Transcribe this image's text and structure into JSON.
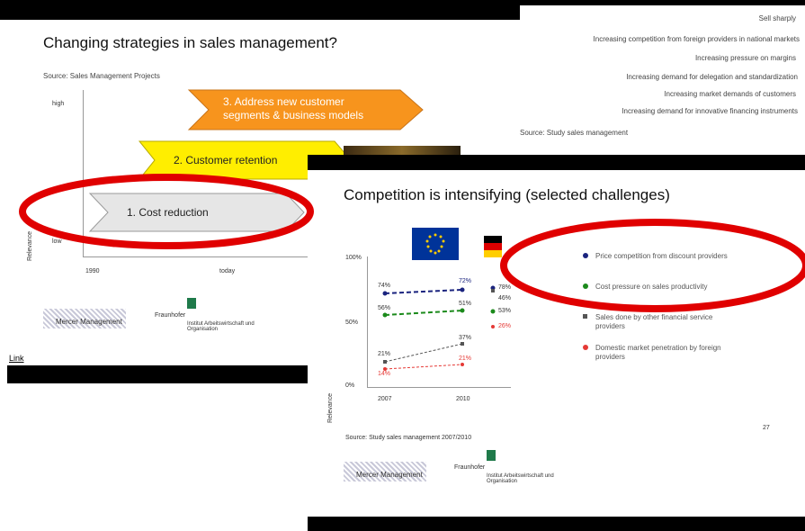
{
  "slide1": {
    "title": "Changing strategies in sales management?",
    "source_caption": "Source: Sales Management Projects",
    "y_top": "high",
    "y_bottom": "low",
    "y_axis": "Relevance",
    "x_left": "1990",
    "x_right": "today",
    "arrow1": "1. Cost reduction",
    "arrow2": "2. Customer retention",
    "arrow3_line1": "3. Address new customer",
    "arrow3_line2": "segments & business models",
    "logo1_text": "Mercer Management",
    "logo2_text": "Fraunhofer",
    "logo2_sub": "Institut Arbeitswirtschaft und Organisation",
    "footer_mark": "Link"
  },
  "background_list": [
    "Sell sharply",
    "Increasing competition from foreign providers in national markets",
    "Increasing pressure on margins",
    "Increasing demand for delegation and standardization",
    "Increasing market demands of customers",
    "Increasing demand for innovative financing instruments"
  ],
  "background_footnote": "Source: Study sales management",
  "slide2": {
    "title": "Competition is intensifying (selected challenges)",
    "y_top": "100%",
    "y_mid": "50%",
    "y_low": "0%",
    "y_axis": "Relevance",
    "x_left": "2007",
    "x_right": "2010",
    "values": {
      "blue_start": "74%",
      "blue_end": "72%",
      "blue_de": "78%",
      "green_start": "56%",
      "green_end": "51%",
      "green_de": "53%",
      "gray_start": "21%",
      "gray_end": "37%",
      "gray_de": "46%",
      "red_start": "14%",
      "red_end": "21%",
      "red_de": "26%"
    },
    "legend": [
      {
        "text": "Price competition from discount providers",
        "color": "#1a237e"
      },
      {
        "text": "Cost pressure on sales productivity",
        "color": "#1b8a1b"
      },
      {
        "text": "Sales done by other financial service providers",
        "color": "#555555"
      },
      {
        "text": "Domestic market penetration by foreign providers",
        "color": "#e53935"
      }
    ],
    "source_caption": "Source: Study sales management 2007/2010",
    "page_no": "27",
    "logo1_text": "Mercer Management",
    "logo2_text": "Fraunhofer",
    "logo2_sub": "Institut Arbeitswirtschaft und Organisation"
  },
  "colors": {
    "highlight_red": "#e00000",
    "arrow_orange": "#f7941d",
    "arrow_yellow": "#ffee00",
    "arrow_gray": "#e6e6e6",
    "eu_blue": "#003399",
    "eu_star": "#ffcc00"
  }
}
